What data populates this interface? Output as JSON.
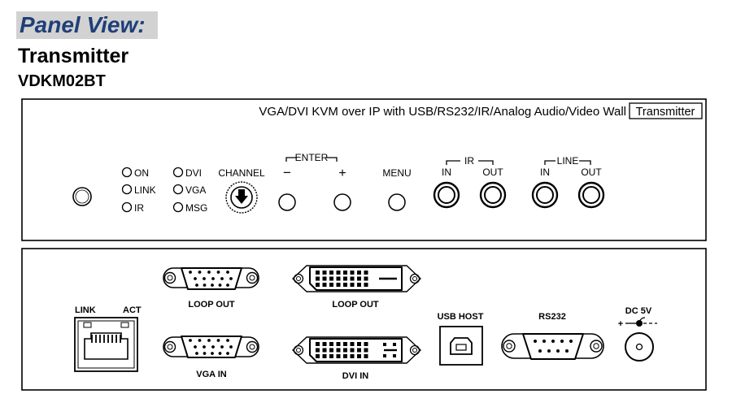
{
  "header": {
    "panel_view": "Panel View:",
    "device_role": "Transmitter",
    "model": "VDKM02BT"
  },
  "front_panel": {
    "description": "VGA/DVI KVM over IP with USB/RS232/IR/Analog Audio/Video Wall",
    "badge": "Transmitter",
    "leds_left": [
      "ON",
      "LINK",
      "IR"
    ],
    "leds_right": [
      "DVI",
      "VGA",
      "MSG"
    ],
    "channel_label": "CHANNEL",
    "enter_label": "ENTER",
    "enter_minus": "−",
    "enter_plus": "+",
    "menu_label": "MENU",
    "ir_group": "IR",
    "ir_in": "IN",
    "ir_out": "OUT",
    "line_group": "LINE",
    "line_in": "IN",
    "line_out": "OUT"
  },
  "rear_panel": {
    "link_label": "LINK",
    "act_label": "ACT",
    "vga_loop_out": "LOOP OUT",
    "vga_in": "VGA IN",
    "dvi_loop_out": "LOOP OUT",
    "dvi_in": "DVI IN",
    "usb_host": "USB HOST",
    "rs232": "RS232",
    "dc_label": "DC 5V",
    "dc_plus": "+",
    "dc_minus": "−"
  }
}
